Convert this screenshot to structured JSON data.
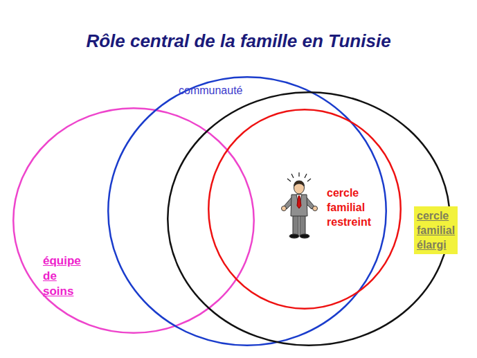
{
  "diagram": {
    "title": "Rôle central de la famille en Tunisie",
    "nodes": [
      {
        "text": [
          "équipe de soins"
        ]
      },
      {
        "text": [
          "communauté"
        ]
      },
      {
        "text": [
          "cercle familial élargi"
        ]
      },
      {
        "text": [
          "cercle familial restreint"
        ],
        "in": 2
      }
    ]
  }
}
